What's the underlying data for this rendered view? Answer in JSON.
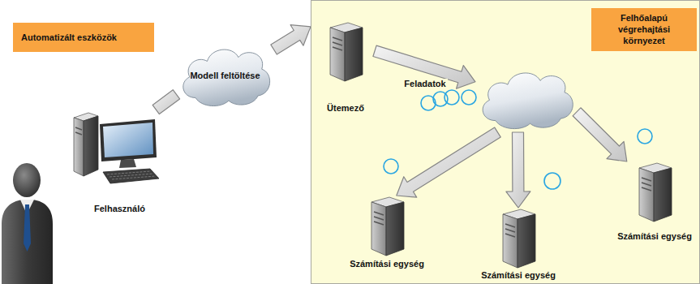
{
  "diagram": {
    "nodes": [
      {
        "text": [
          "Automatizált eszközök"
        ]
      },
      {
        "text": [
          "Felhasználó"
        ]
      },
      {
        "text": [
          "Modell feltöltése"
        ]
      },
      {
        "text": [
          "Felhőalapú végrehajtási környezet"
        ]
      },
      {
        "text": [
          "Ütemező"
        ],
        "in": 3
      },
      {
        "text": [],
        "in": 3
      },
      {
        "text": [
          "Számítási egység"
        ],
        "in": 3
      },
      {
        "text": [
          "Számítási egység"
        ],
        "in": 3
      },
      {
        "text": [
          "Számítási egység"
        ],
        "in": 3
      }
    ],
    "edges": [
      {
        "from": 1,
        "to": 2,
        "arrow": "none"
      },
      {
        "from": 2,
        "to": 3,
        "arrow": "to"
      },
      {
        "from": 4,
        "to": 5,
        "arrow": "to",
        "label": "Feladatok"
      },
      {
        "from": 5,
        "to": 6,
        "arrow": "to"
      },
      {
        "from": 5,
        "to": 7,
        "arrow": "to"
      },
      {
        "from": 5,
        "to": 8,
        "arrow": "to"
      }
    ]
  }
}
